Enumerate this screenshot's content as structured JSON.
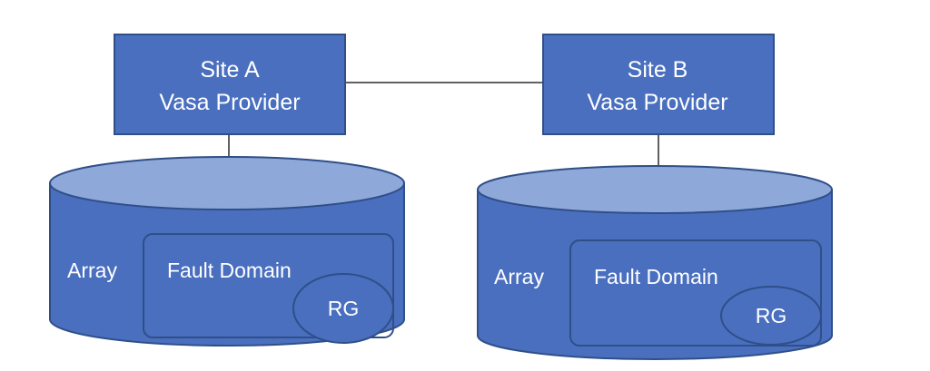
{
  "colors": {
    "fill": "#4a6fbf",
    "cap": "#8fa8da",
    "stroke": "#2f4f88",
    "line": "#2b2b2b",
    "text": "#ffffff"
  },
  "site_a": {
    "line1": "Site A",
    "line2": "Vasa Provider",
    "array_label": "Array",
    "fault_domain_label": "Fault Domain",
    "rg_label": "RG"
  },
  "site_b": {
    "line1": "Site B",
    "line2": "Vasa Provider",
    "array_label": "Array",
    "fault_domain_label": "Fault Domain",
    "rg_label": "RG"
  }
}
